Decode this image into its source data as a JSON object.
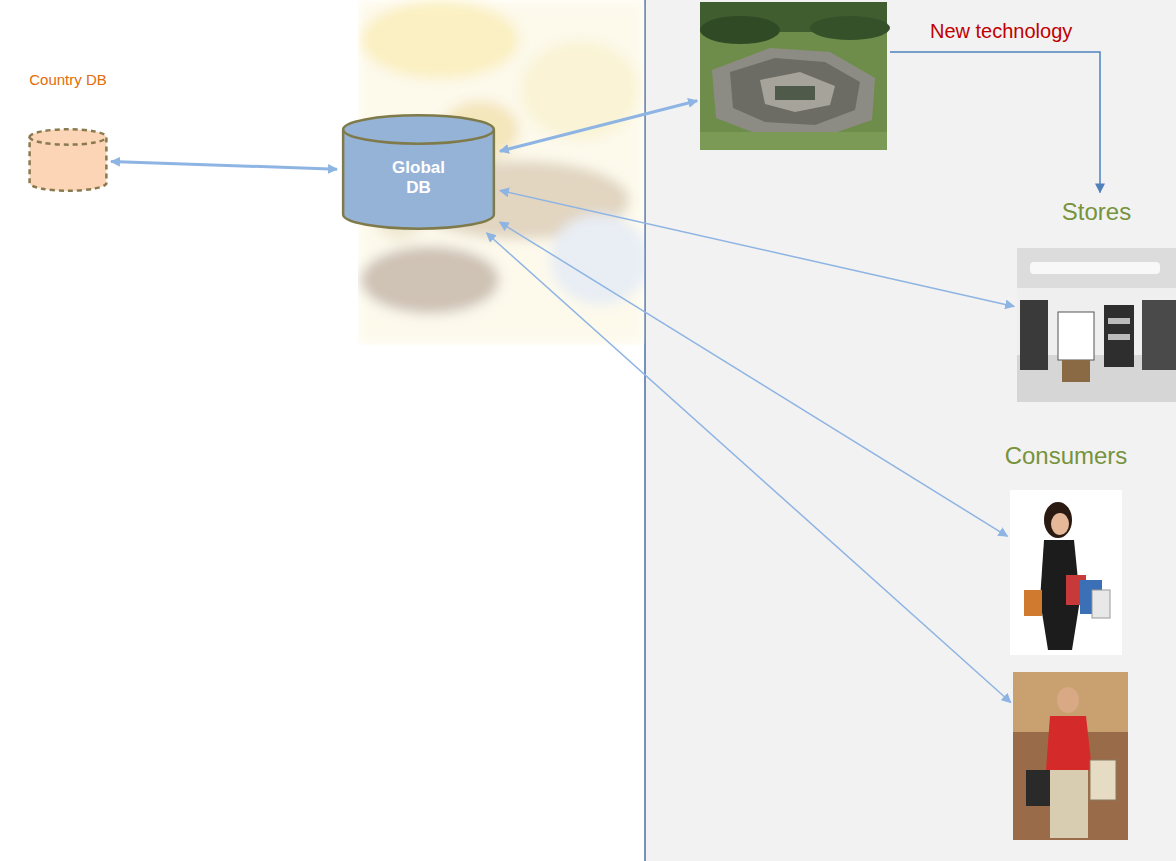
{
  "diagram": {
    "nodes": [
      {
        "text": [
          "Country DB"
        ]
      },
      {
        "text": [
          "Global DB"
        ]
      },
      {
        "text": [
          "New technology"
        ]
      },
      {
        "text": [
          "Stores"
        ]
      },
      {
        "text": [
          "Consumers"
        ]
      },
      {
        "text": []
      }
    ],
    "edges": [
      {
        "from": 0,
        "to": 1,
        "arrow": "both"
      },
      {
        "from": 1,
        "to": 2,
        "arrow": "both"
      },
      {
        "from": 2,
        "to": 3,
        "arrow": "to"
      },
      {
        "from": 1,
        "to": 3,
        "arrow": "both"
      },
      {
        "from": 1,
        "to": 4,
        "arrow": "both"
      },
      {
        "from": 1,
        "to": 5,
        "arrow": "both"
      }
    ]
  }
}
